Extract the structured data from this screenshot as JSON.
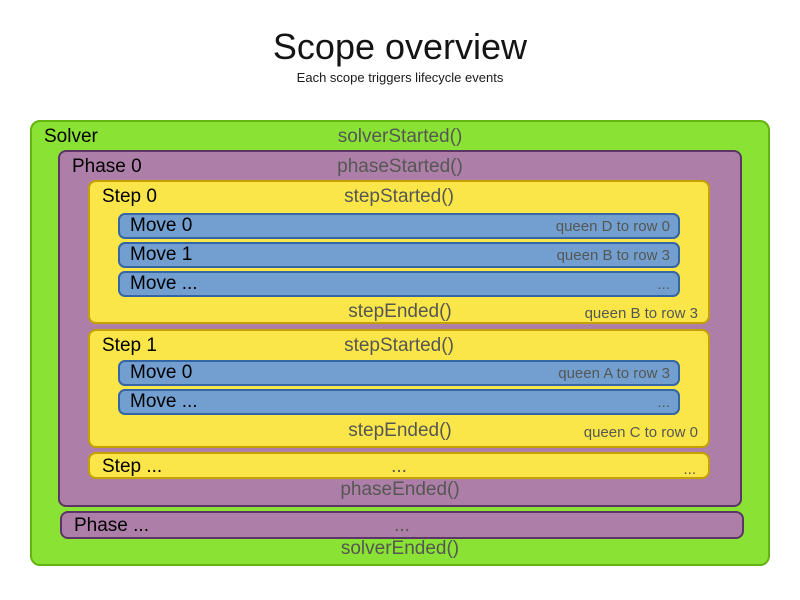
{
  "header": {
    "title": "Scope overview",
    "subtitle": "Each scope triggers lifecycle events"
  },
  "colors": {
    "solver_fill": "#8ae234",
    "solver_border": "#63b411",
    "phase_fill": "#ad7fa8",
    "phase_border": "#5c3566",
    "step_fill": "#fbe64a",
    "step_border": "#c4a000",
    "move_fill": "#729fcf",
    "move_border": "#3465a4",
    "event_text": "#555753"
  },
  "solver": {
    "label": "Solver",
    "started": "solverStarted()",
    "ended": "solverEnded()",
    "phases": [
      {
        "label": "Phase 0",
        "started": "phaseStarted()",
        "ended": "phaseEnded()",
        "steps": [
          {
            "label": "Step 0",
            "started": "stepStarted()",
            "ended": "stepEnded()",
            "ended_note": "queen B to row 3",
            "moves": [
              {
                "label": "Move 0",
                "note": "queen D to row 0"
              },
              {
                "label": "Move 1",
                "note": "queen B to row 3"
              },
              {
                "label": "Move ...",
                "note": "..."
              }
            ]
          },
          {
            "label": "Step 1",
            "started": "stepStarted()",
            "ended": "stepEnded()",
            "ended_note": "queen C to row 0",
            "moves": [
              {
                "label": "Move 0",
                "note": "queen A to row 3"
              },
              {
                "label": "Move ...",
                "note": "..."
              }
            ]
          }
        ],
        "more_steps": {
          "label": "Step ...",
          "center": "...",
          "right": "..."
        }
      }
    ],
    "more_phases": {
      "label": "Phase ...",
      "center": "..."
    }
  }
}
